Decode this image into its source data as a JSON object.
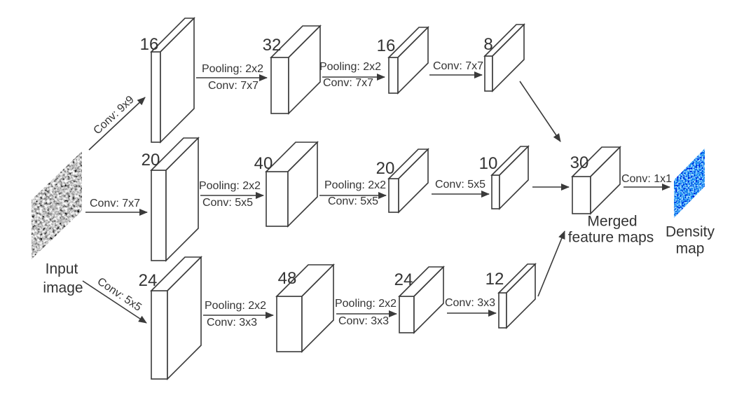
{
  "input": {
    "label_line1": "Input",
    "label_line2": "image"
  },
  "branches": [
    {
      "input_conv": "Conv: 9x9",
      "stage1_channels": "16",
      "stage2_pool": "Pooling: 2x2",
      "stage2_conv": "Conv: 7x7",
      "stage2_channels": "32",
      "stage3_pool": "Pooling: 2x2",
      "stage3_conv": "Conv: 7x7",
      "stage3_channels": "16",
      "stage4_conv": "Conv: 7x7",
      "stage4_channels": "8"
    },
    {
      "input_conv": "Conv: 7x7",
      "stage1_channels": "20",
      "stage2_pool": "Pooling: 2x2",
      "stage2_conv": "Conv: 5x5",
      "stage2_channels": "40",
      "stage3_pool": "Pooling: 2x2",
      "stage3_conv": "Conv: 5x5",
      "stage3_channels": "20",
      "stage4_conv": "Conv: 5x5",
      "stage4_channels": "10"
    },
    {
      "input_conv": "Conv: 5x5",
      "stage1_channels": "24",
      "stage2_pool": "Pooling: 2x2",
      "stage2_conv": "Conv: 3x3",
      "stage2_channels": "48",
      "stage3_pool": "Pooling: 2x2",
      "stage3_conv": "Conv: 3x3",
      "stage3_channels": "24",
      "stage4_conv": "Conv: 3x3",
      "stage4_channels": "12"
    }
  ],
  "merge": {
    "channels": "30",
    "label_line1": "Merged",
    "label_line2": "feature maps",
    "output_conv": "Conv: 1x1"
  },
  "output": {
    "label_line1": "Density",
    "label_line2": "map"
  },
  "colors": {
    "line": "#3a3a3a",
    "text": "#333333",
    "background": "#ffffff",
    "box_fill": "#ffffff",
    "input_image_base": "#8c8c8c",
    "density_map_base": "#1565b0"
  }
}
